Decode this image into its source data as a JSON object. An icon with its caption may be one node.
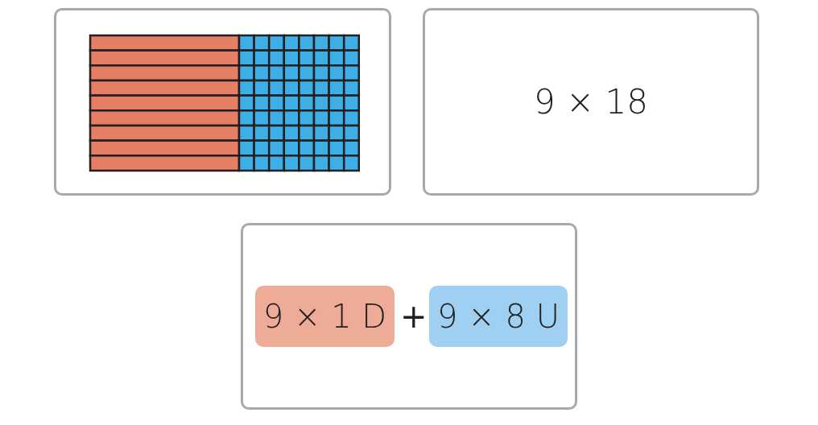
{
  "diagram": {
    "nodes": [
      {
        "text": [],
        "shape": "picture"
      },
      {
        "text": [
          "9 × 18"
        ]
      },
      {
        "text": [],
        "shape": "box"
      },
      {
        "text": [
          "9 × 1 D"
        ],
        "in": 2
      },
      {
        "text": [
          "9 × 8 U"
        ],
        "in": 2
      }
    ],
    "labels": [
      "+"
    ]
  }
}
